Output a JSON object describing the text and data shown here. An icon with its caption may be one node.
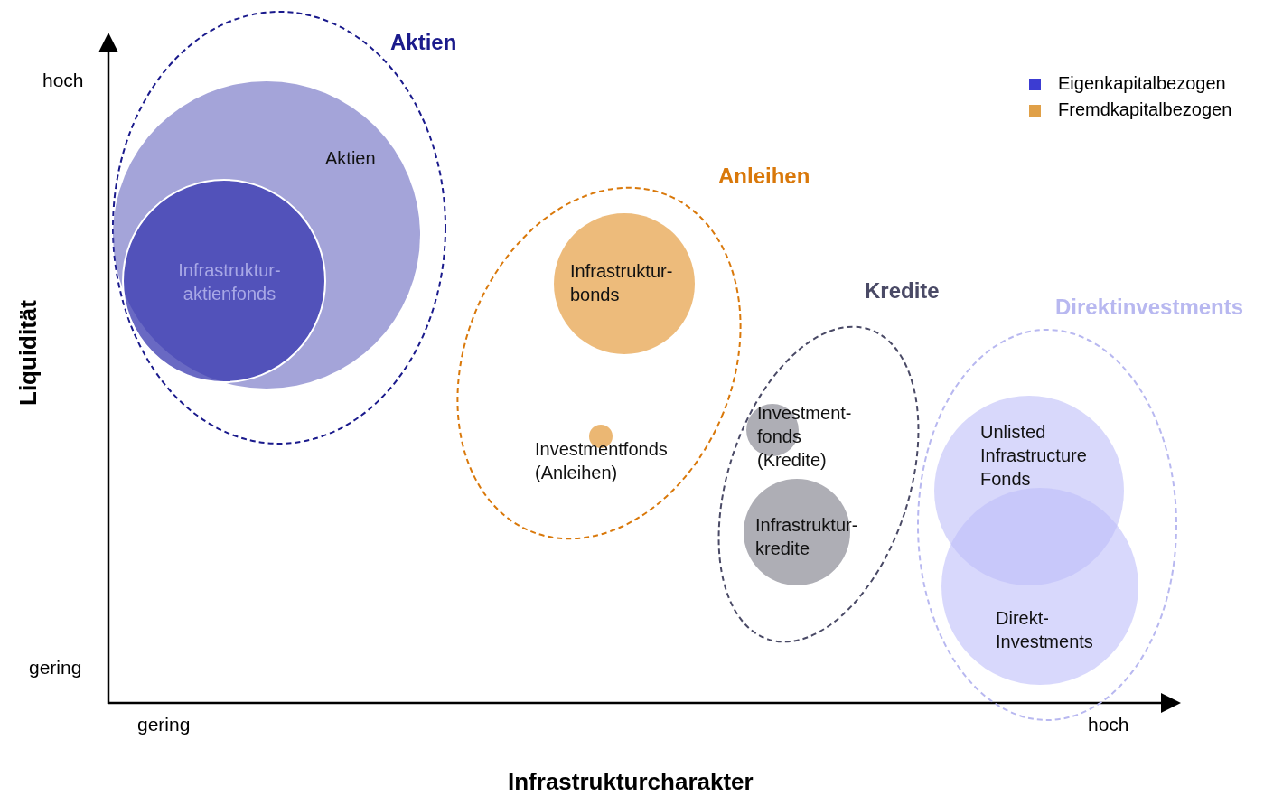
{
  "diagram": {
    "nodes": [
      {
        "text": [
          "Aktien"
        ]
      },
      {
        "text": [
          "Aktien"
        ],
        "in": 0
      },
      {
        "text": [
          "Infrastruktur- aktienfonds"
        ],
        "in": 1
      },
      {
        "text": [
          "Anleihen"
        ]
      },
      {
        "text": [
          "Infrastruktur- bonds"
        ],
        "in": 3
      },
      {
        "text": [
          "Investmentfonds (Anleihen)"
        ],
        "in": 3
      },
      {
        "text": [
          "Kredite"
        ]
      },
      {
        "text": [
          "Investment- fonds (Kredite)"
        ],
        "in": 6
      },
      {
        "text": [
          "Infrastruktur- kredite"
        ],
        "in": 6
      },
      {
        "text": [
          "Direktinvestments"
        ]
      },
      {
        "text": [
          "Unlisted Infrastructure Fonds"
        ],
        "in": 9
      },
      {
        "text": [
          "Direkt- Investments"
        ],
        "in": 9
      }
    ],
    "labels": [
      "hoch",
      "gering",
      "gering",
      "hoch",
      "Liquidität",
      "Infrastrukturcharakter"
    ],
    "legend": [
      {
        "text": "Eigenkapitalbezogen",
        "color": "#3c3cd2"
      },
      {
        "text": "Fremdkapitalbezogen",
        "color": "#e0a048"
      }
    ]
  }
}
